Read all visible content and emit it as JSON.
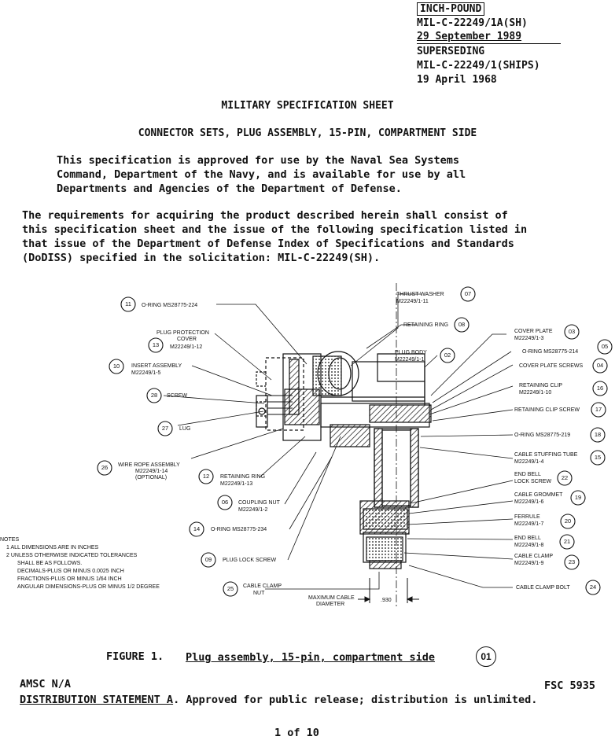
{
  "header": {
    "label": "INCH-POUND",
    "doc_id": "MIL-C-22249/1A(SH)",
    "date": "29 September 1989",
    "superseding": "SUPERSEDING",
    "old_id": "MIL-C-22249/1(SHIPS)",
    "old_date": "19 April 1968"
  },
  "title": "MILITARY SPECIFICATION SHEET",
  "subtitle": "CONNECTOR SETS, PLUG ASSEMBLY, 15-PIN, COMPARTMENT SIDE",
  "approval": {
    "line1": "This specification is approved for use by the Naval Sea Systems",
    "line2": "Command, Department of the Navy, and is available for use by all",
    "line3": "Departments and Agencies of the Department of Defense."
  },
  "requirements": {
    "line1": "The requirements for acquiring the product described herein shall consist of",
    "line2": "this specification sheet and the issue of the following specification listed in",
    "line3": "that issue of the Department of Defense Index of Specifications and Standards",
    "line4": "(DoDISS) specified in the solicitation: MIL-C-22249(SH)."
  },
  "figure": {
    "callouts": {
      "c11": {
        "num": "11",
        "l1": "O-RING MS28775-224",
        "l2": ""
      },
      "c13": {
        "num": "13",
        "l1": "PLUG PROTECTION",
        "l2": "COVER",
        "l3": "M22249/1-12"
      },
      "c10": {
        "num": "10",
        "l1": "INSERT ASSEMBLY",
        "l2": "M22249/1-5"
      },
      "c28": {
        "num": "28",
        "l1": "SCREW"
      },
      "c27": {
        "num": "27",
        "l1": "LUG"
      },
      "c26": {
        "num": "26",
        "l1": "WIRE ROPE ASSEMBLY",
        "l2": "M22249/1-14",
        "l3": "(OPTIONAL)"
      },
      "c12": {
        "num": "12",
        "l1": "RETAINING RING",
        "l2": "M22249/1-13"
      },
      "c06": {
        "num": "06",
        "l1": "COUPLING NUT",
        "l2": "M22249/1-2"
      },
      "c14": {
        "num": "14",
        "l1": "O-RING MS28775-234"
      },
      "c09": {
        "num": "09",
        "l1": "PLUG LOCK SCREW"
      },
      "c25": {
        "num": "25",
        "l1": "CABLE CLAMP",
        "l2": "NUT"
      },
      "c07": {
        "num": "07",
        "l1": "THRUST WASHER",
        "l2": "M22249/1-11"
      },
      "c08": {
        "num": "08",
        "l1": "RETAINING RING"
      },
      "c02": {
        "num": "02",
        "l1": "PLUG BODY",
        "l2": "M22249/1-1"
      },
      "c03": {
        "num": "03",
        "l1": "COVER PLATE",
        "l2": "M22249/1-3"
      },
      "c05": {
        "num": "05",
        "l1": "O-RING MS28775-214"
      },
      "c04": {
        "num": "04",
        "l1": "COVER PLATE SCREWS"
      },
      "c16": {
        "num": "16",
        "l1": "RETAINING CLIP",
        "l2": "M22249/1-10"
      },
      "c17": {
        "num": "17",
        "l1": "RETAINING CLIP SCREW"
      },
      "c18": {
        "num": "18",
        "l1": "O-RING MS28775-219"
      },
      "c15": {
        "num": "15",
        "l1": "CABLE STUFFING TUBE",
        "l2": "M22249/1-4"
      },
      "c22": {
        "num": "22",
        "l1": "END BELL",
        "l2": "LOCK SCREW"
      },
      "c19": {
        "num": "19",
        "l1": "CABLE GROMMET",
        "l2": "M22249/1-6"
      },
      "c20": {
        "num": "20",
        "l1": "FERRULE",
        "l2": "M22249/1-7"
      },
      "c21": {
        "num": "21",
        "l1": "END BELL",
        "l2": "M22249/1-8"
      },
      "c23": {
        "num": "23",
        "l1": "CABLE CLAMP",
        "l2": "M22249/1-9"
      },
      "c24": {
        "num": "24",
        "l1": "CABLE CLAMP BOLT"
      }
    },
    "max_cable_l1": "MAXIMUM CABLE",
    "max_cable_l2": "DIAMETER",
    "dimension": ".930",
    "notes": {
      "heading": "NOTES",
      "n1": "1  ALL DIMENSIONS ARE IN INCHES",
      "n2": "2  UNLESS OTHERWISE INDICATED  TOLERANCES",
      "n2a": "SHALL BE AS FOLLOWS.",
      "n2b": "DECIMALS-PLUS OR MINUS 0.0025 INCH",
      "n2c": "FRACTIONS-PLUS OR MINUS 1/64 INCH",
      "n2d": "ANGULAR DIMENSIONS-PLUS OR MINUS 1/2 DEGREE"
    },
    "caption_label": "FIGURE 1.",
    "caption_text": "Plug assembly, 15-pin, compartment side",
    "caption_num": "01"
  },
  "footer": {
    "amsc": "AMSC N/A",
    "fsc": "FSC 5935",
    "dist_label": "DISTRIBUTION STATEMENT A",
    "dist_text": ".  Approved for public release; distribution is unlimited.",
    "page": "1 of 10"
  }
}
